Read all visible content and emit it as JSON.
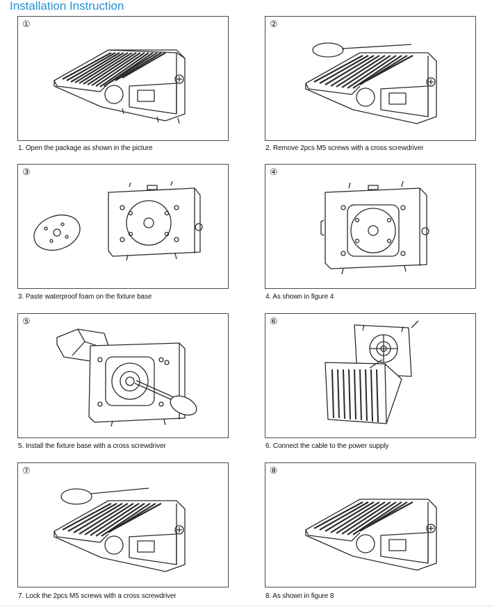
{
  "title": "Installation Instruction",
  "steps": [
    {
      "num": "①",
      "caption": "1. Open the package as shown in the picture"
    },
    {
      "num": "②",
      "caption": "2. Remove 2pcs M5 screws with a cross screwdriver"
    },
    {
      "num": "③",
      "caption": "3. Paste waterproof foam on the fixture base"
    },
    {
      "num": "④",
      "caption": "4. As shown in figure 4"
    },
    {
      "num": "⑤",
      "caption": "5. Install the fixture base with a cross screwdriver"
    },
    {
      "num": "⑥",
      "caption": "6. Connect the cable to the power supply"
    },
    {
      "num": "⑦",
      "caption": "7. Lock the 2pcs M5 screws with a cross screwdriver"
    },
    {
      "num": "⑧",
      "caption": "8. As shown in figure 8"
    }
  ],
  "colors": {
    "title": "#1f8fd6",
    "border": "#4a4a4a",
    "line": "#2a2a2a"
  }
}
